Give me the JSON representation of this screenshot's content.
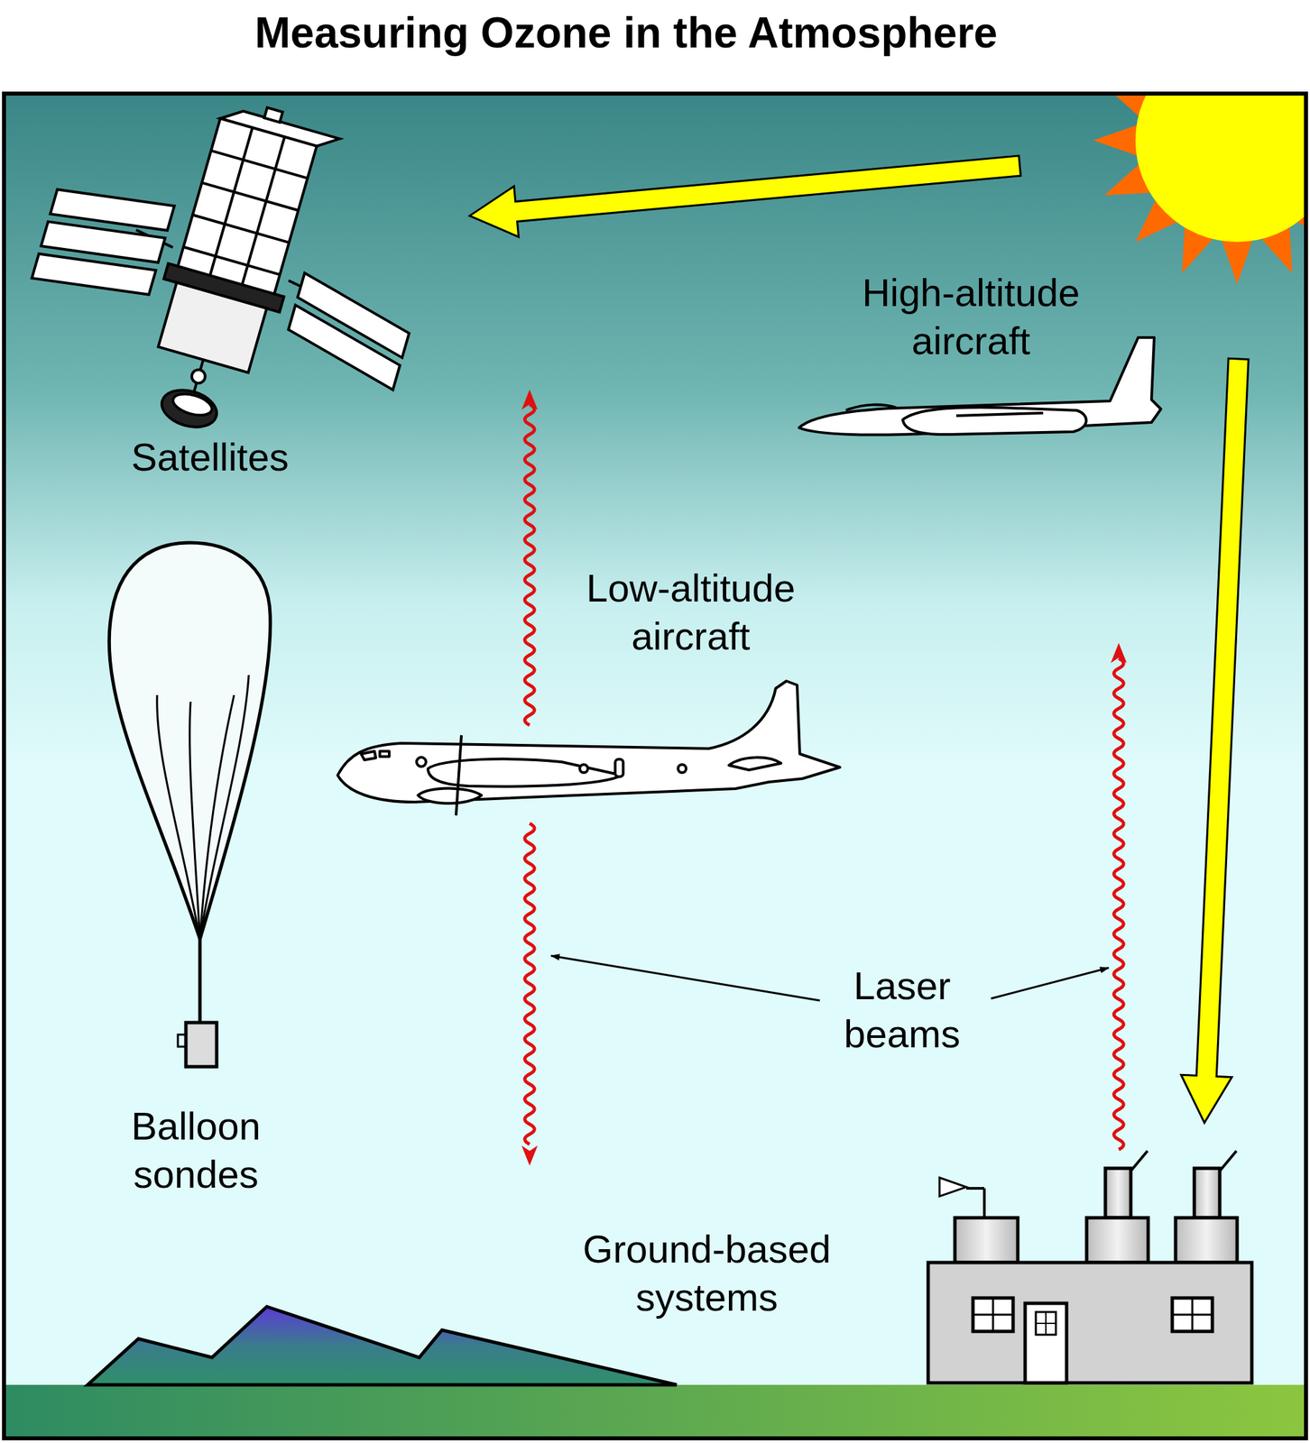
{
  "diagram": {
    "title": "Measuring Ozone in the Atmosphere",
    "labels": [
      "Satellites",
      "High-altitude aircraft",
      "Low-altitude aircraft",
      "Balloon sondes",
      "Laser beams",
      "Ground-based systems"
    ]
  }
}
